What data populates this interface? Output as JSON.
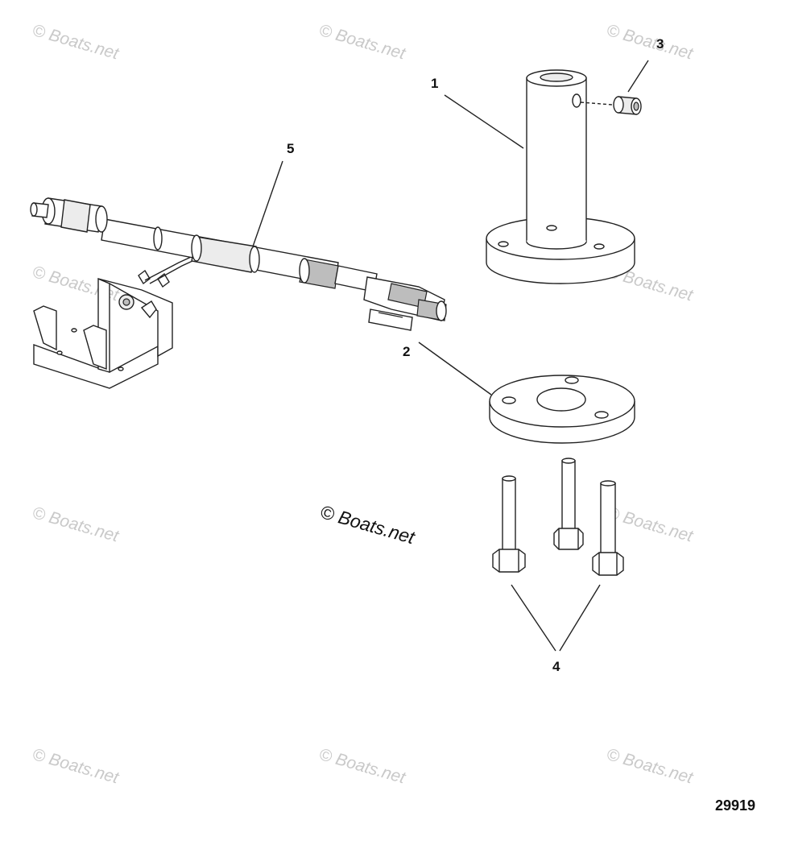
{
  "watermark": {
    "text": "© Boats.net",
    "center_text": "© Boats.net"
  },
  "callouts": {
    "c1": "1",
    "c2": "2",
    "c3": "3",
    "c4": "4",
    "c5": "5"
  },
  "drawing_number": "29919"
}
